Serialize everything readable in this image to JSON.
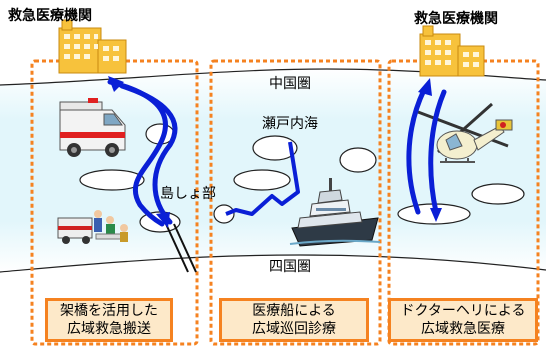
{
  "facility_left": {
    "label": "救急医療機関"
  },
  "facility_right": {
    "label": "救急医療機関"
  },
  "regions": {
    "chugoku": "中国圏",
    "seto": "瀬戸内海",
    "island": "島しょ部",
    "shikoku": "四国圏"
  },
  "captions": [
    {
      "line1": "架橋を活用した",
      "line2": "広域救急搬送"
    },
    {
      "line1": "医療船による",
      "line2": "広域巡回診療"
    },
    {
      "line1": "ドクターヘリによる",
      "line2": "広域救急医療"
    }
  ],
  "colors": {
    "sea": "#dff5fb",
    "dashed_border": "#f58220",
    "caption_fill": "#fde9c9",
    "arrow": "#0a1fd6",
    "building": "#f7c23c"
  },
  "icons": [
    "hospital-building-icon",
    "ambulance-icon",
    "rescue-workers-icon",
    "helicopter-icon",
    "medical-ship-icon",
    "bridge-icon"
  ]
}
